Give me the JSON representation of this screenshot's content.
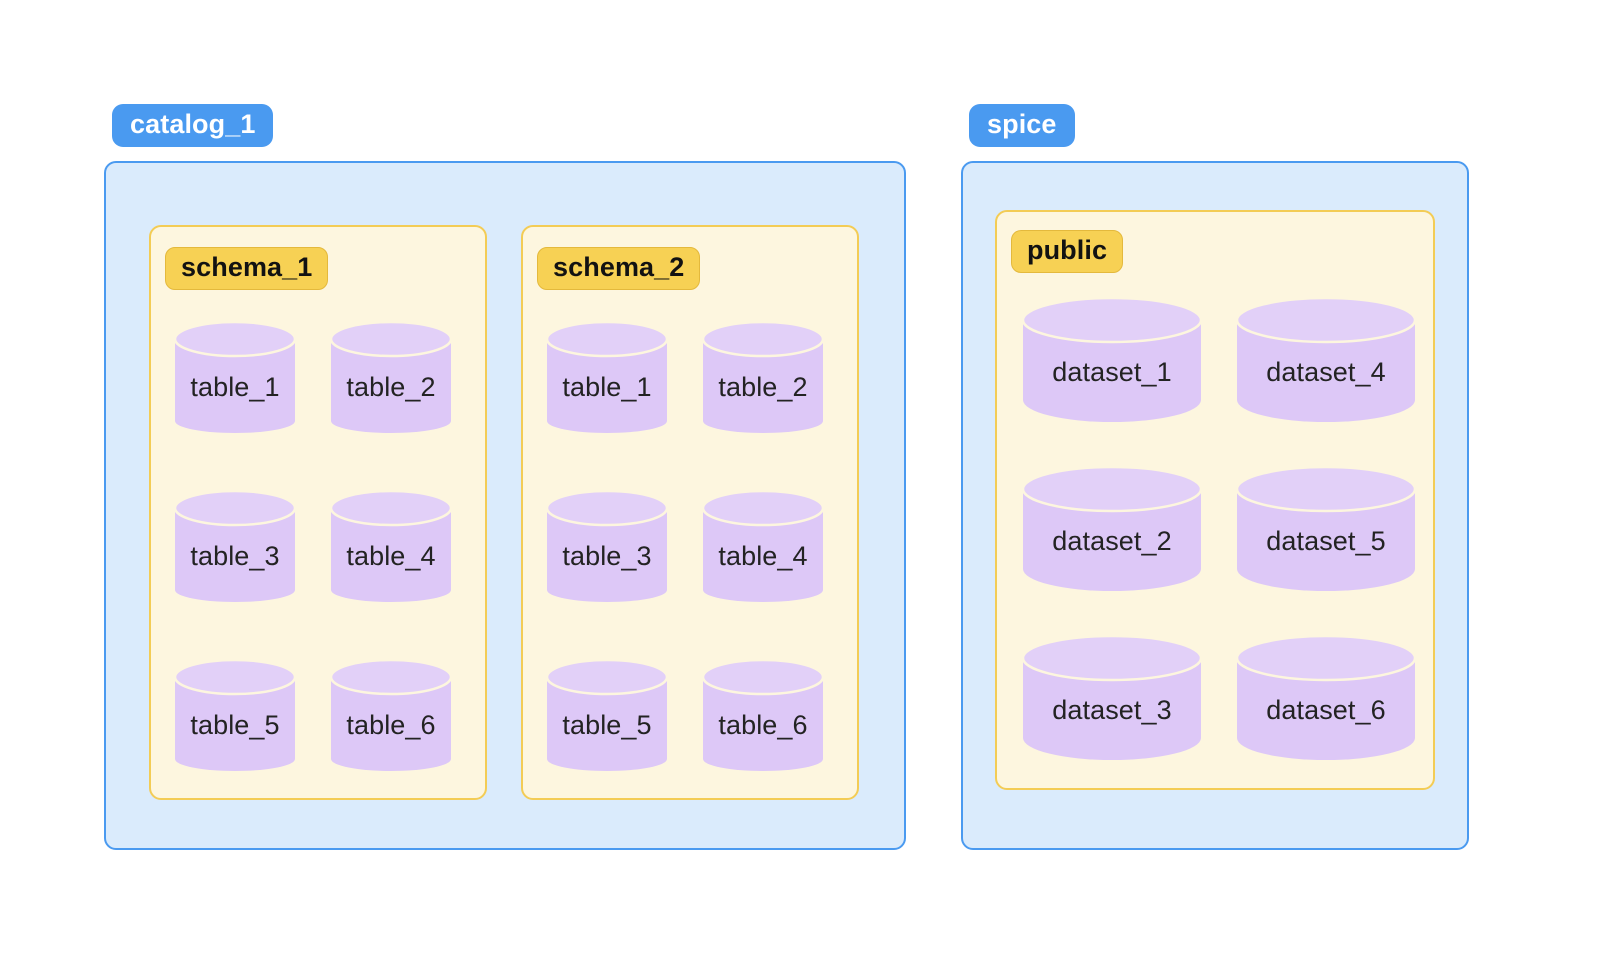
{
  "diagram": {
    "type": "nested-container-diagram",
    "background_color": "#ffffff",
    "palette": {
      "group_badge_bg": "#4a9af0",
      "group_badge_text": "#ffffff",
      "group_body_bg": "#daebfc",
      "group_body_border": "#4a9af0",
      "schema_bg": "#fdf6df",
      "schema_border": "#f3cc55",
      "schema_badge_bg": "#f7d154",
      "schema_badge_border": "#e4b93c",
      "schema_badge_text": "#121212",
      "cylinder_fill": "#ddc8f7",
      "cylinder_top_fill": "#e2d0f8",
      "cylinder_stroke": "#fdf6df",
      "cylinder_label_text": "#232323"
    }
  },
  "groups": [
    {
      "id": "catalog-1",
      "badge": "catalog_1",
      "schemas": [
        {
          "id": "schema-1",
          "badge": "schema_1",
          "items": [
            {
              "label": "table_1"
            },
            {
              "label": "table_2"
            },
            {
              "label": "table_3"
            },
            {
              "label": "table_4"
            },
            {
              "label": "table_5"
            },
            {
              "label": "table_6"
            }
          ]
        },
        {
          "id": "schema-2",
          "badge": "schema_2",
          "items": [
            {
              "label": "table_1"
            },
            {
              "label": "table_2"
            },
            {
              "label": "table_3"
            },
            {
              "label": "table_4"
            },
            {
              "label": "table_5"
            },
            {
              "label": "table_6"
            }
          ]
        }
      ]
    },
    {
      "id": "spice",
      "badge": "spice",
      "schemas": [
        {
          "id": "public",
          "badge": "public",
          "items": [
            {
              "label": "dataset_1"
            },
            {
              "label": "dataset_4"
            },
            {
              "label": "dataset_2"
            },
            {
              "label": "dataset_5"
            },
            {
              "label": "dataset_3"
            },
            {
              "label": "dataset_6"
            }
          ]
        }
      ]
    }
  ]
}
